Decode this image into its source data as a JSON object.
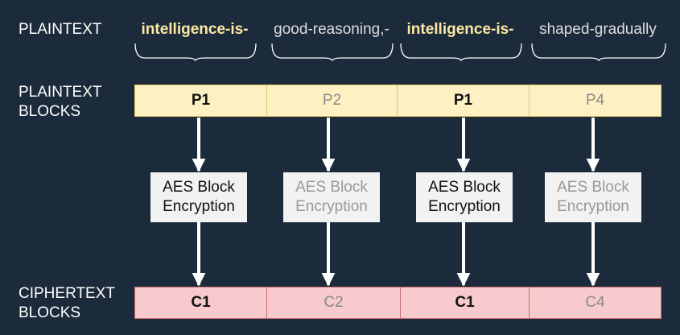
{
  "labels": {
    "plaintext": "PLAINTEXT",
    "plaintext_blocks_1": "PLAINTEXT",
    "plaintext_blocks_2": "BLOCKS",
    "ciphertext_blocks_1": "CIPHERTEXT",
    "ciphertext_blocks_2": "BLOCKS"
  },
  "plaintext_segments": [
    {
      "text": "intelligence-is-",
      "highlight": true
    },
    {
      "text": "good-reasoning,-",
      "highlight": false
    },
    {
      "text": "intelligence-is-",
      "highlight": true
    },
    {
      "text": "shaped-gradually",
      "highlight": false
    }
  ],
  "plaintext_blocks": [
    {
      "label": "P1",
      "highlight": true
    },
    {
      "label": "P2",
      "highlight": false
    },
    {
      "label": "P1",
      "highlight": true
    },
    {
      "label": "P4",
      "highlight": false
    }
  ],
  "encryption_boxes": [
    {
      "line1": "AES Block",
      "line2": "Encryption",
      "highlight": true
    },
    {
      "line1": "AES Block",
      "line2": "Encryption",
      "highlight": false
    },
    {
      "line1": "AES Block",
      "line2": "Encryption",
      "highlight": true
    },
    {
      "line1": "AES Block",
      "line2": "Encryption",
      "highlight": false
    }
  ],
  "ciphertext_blocks": [
    {
      "label": "C1",
      "highlight": true
    },
    {
      "label": "C2",
      "highlight": false
    },
    {
      "label": "C1",
      "highlight": true
    },
    {
      "label": "C4",
      "highlight": false
    }
  ],
  "colors": {
    "background": "#1c2b3b",
    "highlight_text": "#fbe9a4",
    "plaintext_block_fill": "#fdf1c4",
    "ciphertext_block_fill": "#f7cbcd",
    "encryption_box_fill": "#f2f2f2"
  }
}
